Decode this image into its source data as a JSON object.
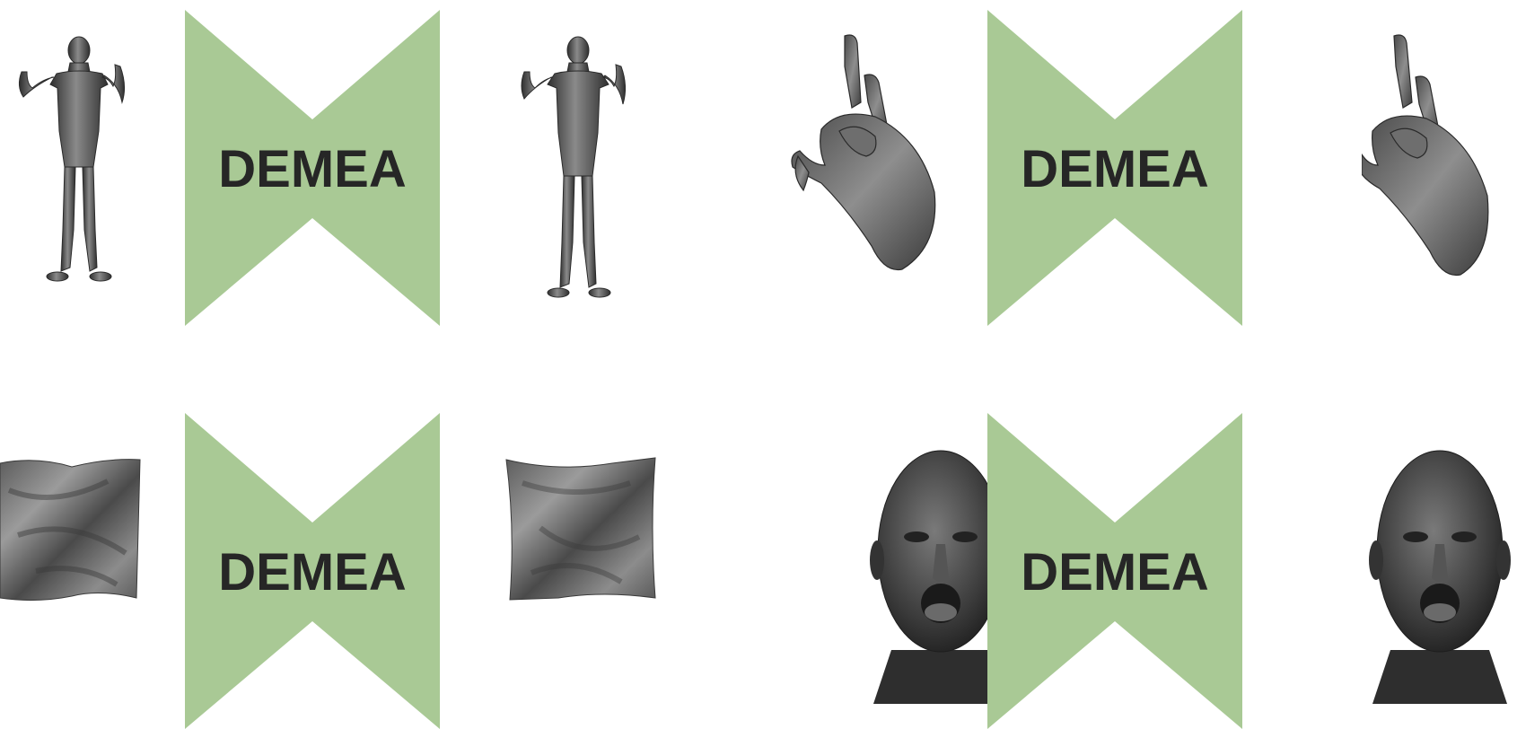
{
  "colors": {
    "hourglass_fill": "#a9c995",
    "label_text": "#262626",
    "mesh_dark": "#3a3a3a",
    "mesh_mid": "#6b6b6b",
    "mesh_light": "#9a9a9a",
    "background": "#ffffff"
  },
  "panels": [
    {
      "name": "body",
      "input_icon": "human-body-mesh-icon",
      "output_icon": "human-body-mesh-icon",
      "network_label": "DEMEA"
    },
    {
      "name": "hand",
      "input_icon": "hand-mesh-icon",
      "output_icon": "hand-mesh-icon",
      "network_label": "DEMEA"
    },
    {
      "name": "cloth",
      "input_icon": "cloth-mesh-icon",
      "output_icon": "cloth-mesh-icon",
      "network_label": "DEMEA"
    },
    {
      "name": "face",
      "input_icon": "head-mesh-icon",
      "output_icon": "head-mesh-icon",
      "network_label": "DEMEA"
    }
  ]
}
